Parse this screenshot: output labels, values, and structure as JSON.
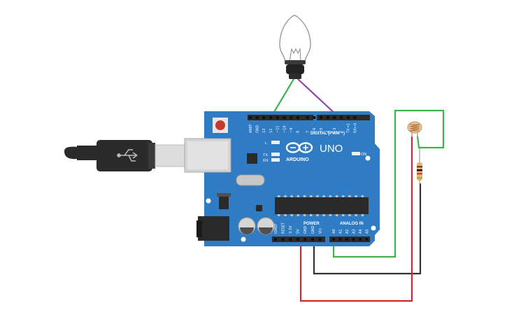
{
  "board": {
    "model": "UNO",
    "brand": "ARDUINO",
    "digital_header": "DIGITAL (PWM ~)",
    "power_header": "POWER",
    "analog_header": "ANALOG IN",
    "led_l": "L",
    "led_tx": "TX",
    "led_rx": "RX",
    "led_on": "ON",
    "digital_pins": [
      "AREF",
      "GND",
      "13",
      "12",
      "~11",
      "~10",
      "~9",
      "8",
      "7",
      "~6",
      "~5",
      "4",
      "~3",
      "2",
      "TX→1",
      "RX←0"
    ],
    "power_pins": [
      "IOREF",
      "RESET",
      "3.3V",
      "5V",
      "GND",
      "GND",
      "Vin"
    ],
    "analog_pins": [
      "A0",
      "A1",
      "A2",
      "A3",
      "A4",
      "A5"
    ],
    "color": "#2f7bc4"
  },
  "wires": {
    "green": "#3cb44b",
    "purple": "#8e44ad",
    "red": "#d7262b",
    "black": "#333333"
  },
  "components": {
    "bulb": "light-bulb",
    "sensor": "photoresistor",
    "resistor": "resistor",
    "cable": "usb-cable"
  }
}
